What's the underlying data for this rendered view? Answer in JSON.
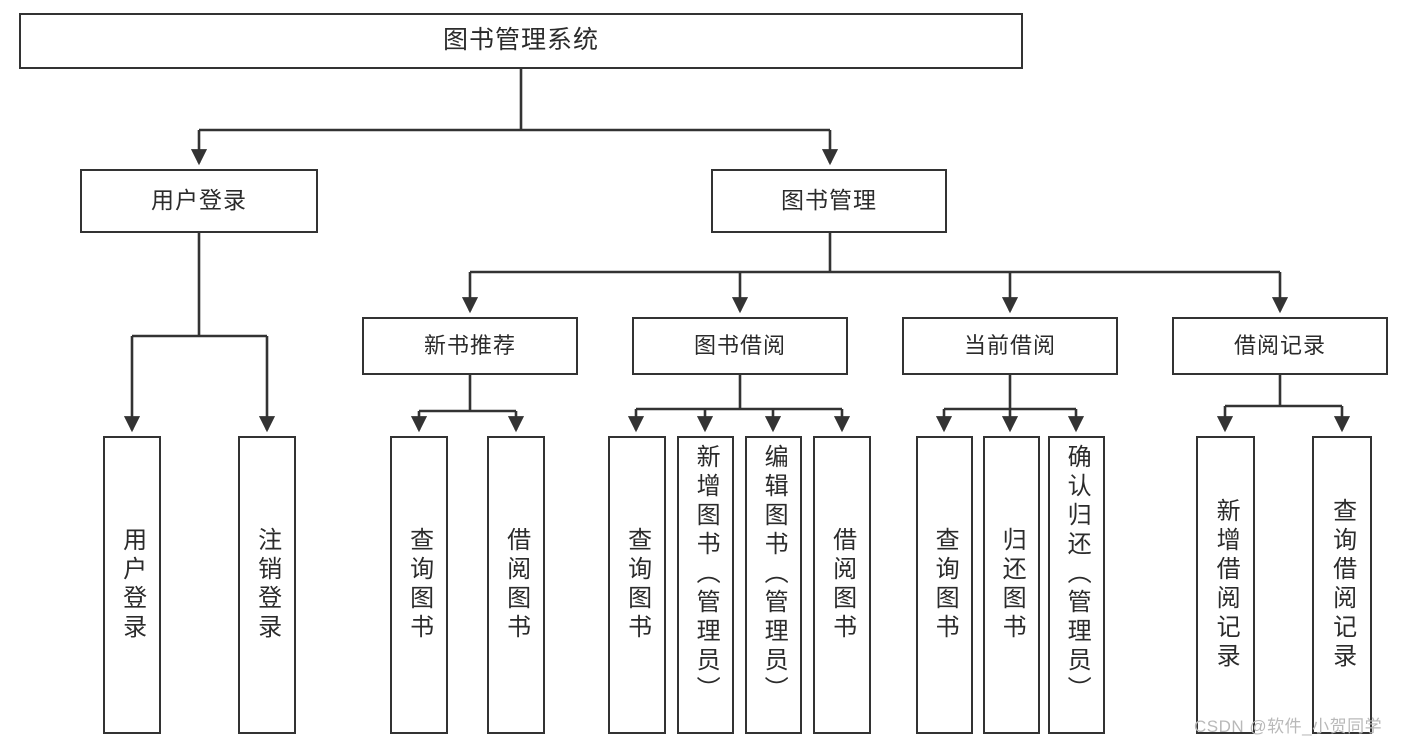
{
  "diagram": {
    "title": "图书管理系统",
    "root": {
      "label": "图书管理系统"
    },
    "level2": [
      {
        "label": "用户登录"
      },
      {
        "label": "图书管理"
      }
    ],
    "level3": [
      {
        "label": "新书推荐"
      },
      {
        "label": "图书借阅"
      },
      {
        "label": "当前借阅"
      },
      {
        "label": "借阅记录"
      }
    ],
    "leaves": {
      "user_login": [
        {
          "label": "用户登录"
        },
        {
          "label": "注销登录"
        }
      ],
      "new_book_recommend": [
        {
          "label": "查询图书"
        },
        {
          "label": "借阅图书"
        }
      ],
      "book_borrow": [
        {
          "label": "查询图书"
        },
        {
          "label": "新增图书（管理员）"
        },
        {
          "label": "编辑图书（管理员）"
        },
        {
          "label": "借阅图书"
        }
      ],
      "current_borrow": [
        {
          "label": "查询图书"
        },
        {
          "label": "归还图书"
        },
        {
          "label": "确认归还（管理员）"
        }
      ],
      "borrow_record": [
        {
          "label": "新增借阅记录"
        },
        {
          "label": "查询借阅记录"
        }
      ]
    },
    "watermark": "CSDN @软件_小贺同学",
    "colors": {
      "border": "#333333",
      "text": "#2b2b2b",
      "background": "#ffffff",
      "watermark": "#b9b9b9"
    }
  }
}
